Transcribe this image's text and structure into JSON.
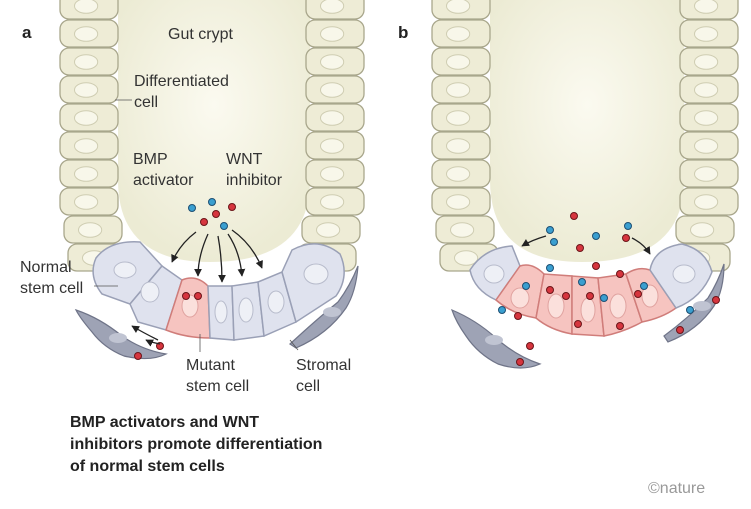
{
  "panels": {
    "a": "a",
    "b": "b"
  },
  "labels": {
    "gut_crypt": "Gut crypt",
    "differentiated_cell": [
      "Differentiated",
      "cell"
    ],
    "bmp_activator": [
      "BMP",
      "activator"
    ],
    "wnt_inhibitor": [
      "WNT",
      "inhibitor"
    ],
    "normal_stem_cell": [
      "Normal",
      "stem cell"
    ],
    "mutant_stem_cell": [
      "Mutant",
      "stem cell"
    ],
    "stromal_cell": [
      "Stromal",
      "cell"
    ]
  },
  "caption": [
    "BMP activators and WNT",
    "inhibitors promote differentiation",
    "of normal stem cells"
  ],
  "brand": "©nature",
  "colors": {
    "lumen": "#f3f1de",
    "differentiated_cell": "#eeecd6",
    "normal_stem_cell": "#dfe2ee",
    "mutant_stem_cell": "#f6c4c0",
    "stromal_cell": "#9ea3b5",
    "bmp_activator": "#3a9fd0",
    "wnt_inhibitor": "#d6353e"
  }
}
